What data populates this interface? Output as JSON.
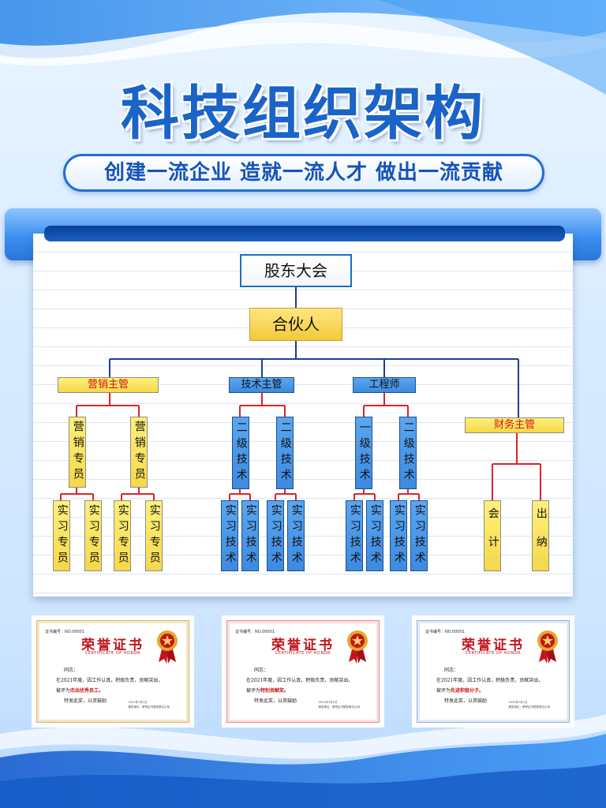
{
  "poster": {
    "title": "科技组织架构",
    "slogan": "创建一流企业 造就一流人才 做出一流贡献"
  },
  "org_chart": {
    "top": "股东大会",
    "partner": "合伙人",
    "managers": {
      "marketing": "营销主管",
      "tech": "技术主管",
      "engineer": "工程师",
      "finance": "财务主管"
    },
    "marketing_staff": [
      "营销专员",
      "营销专员"
    ],
    "marketing_interns": [
      "实习专员",
      "实习专员",
      "实习专员",
      "实习专员"
    ],
    "tech_leads": [
      "二级技术",
      "二级技术"
    ],
    "tech_interns": [
      "实习技术",
      "实习技术",
      "实习技术",
      "实习技术"
    ],
    "engineer_leads": [
      "一级技术",
      "二级技术"
    ],
    "engineer_interns": [
      "实习技术",
      "实习技术",
      "实习技术",
      "实习技术"
    ],
    "finance_staff": [
      "会计",
      "出纳"
    ]
  },
  "certificates": [
    {
      "title": "荣誉证书",
      "subtitle": "CERTIFICATE OF HONOR",
      "number": "证书编号：NO.00001",
      "salutation": "同志：",
      "body_line1": "在2021年度，因工作认真，积极负责，贡献突出，",
      "award_prefix": "被评为",
      "award": "杰出优秀员工。",
      "closing": "特发此奖，以资鼓励",
      "sign_date": "2021年7月1日",
      "sign_org": "颁发单位：荣誉证书颁发单位公司",
      "border_color": "#d8b36a"
    },
    {
      "title": "荣誉证书",
      "subtitle": "CERTIFICATE OF HONOR",
      "number": "证书编号：NO.00001",
      "salutation": "同志：",
      "body_line1": "在2021年度，因工作认真，积极负责，贡献突出，",
      "award_prefix": "被评为",
      "award": "特别贡献奖。",
      "closing": "特发此奖，以资鼓励",
      "sign_date": "2021年7月1日",
      "sign_org": "颁发单位：荣誉证书颁发单位公司",
      "border_color": "#e88a8a"
    },
    {
      "title": "荣誉证书",
      "subtitle": "CERTIFICATE OF HONOR",
      "number": "证书编号：NO.00001",
      "salutation": "同志：",
      "body_line1": "在2021年度，因工作认真，积极负责，贡献突出，",
      "award_prefix": "被评为",
      "award": "先进积极分子。",
      "closing": "特发此奖，以资鼓励",
      "sign_date": "2021年7月1日",
      "sign_org": "颁发单位：荣誉证书颁发单位公司",
      "border_color": "#8fb0d8"
    }
  ],
  "colors": {
    "brand_blue": "#1a63c8",
    "node_yellow": "#f5d84a",
    "node_blue": "#3d8ae0",
    "connector_red": "#d6262b",
    "connector_blue": "#1c3f8f",
    "cert_red": "#c4141b"
  }
}
